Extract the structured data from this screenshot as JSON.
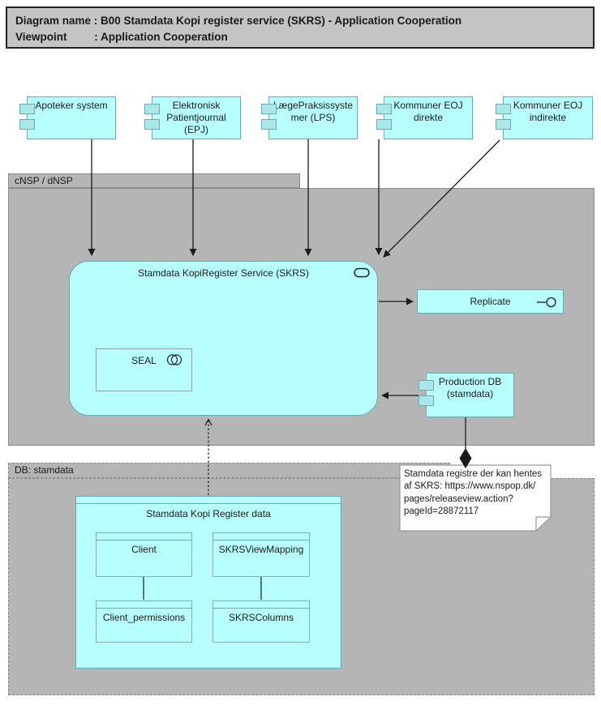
{
  "title": {
    "line1": "Diagram name : B00 Stamdata Kopi register service (SKRS) - Application Cooperation",
    "line2": "Viewpoint         : Application Cooperation"
  },
  "components": [
    {
      "label": "Apoteker system"
    },
    {
      "label": "Elektronisk\nPatientjournal\n(EPJ)"
    },
    {
      "label": "LægePraksissyste\nmer (LPS)"
    },
    {
      "label": "Kommuner EOJ\ndirekte"
    },
    {
      "label": "Kommuner EOJ\nindirekte"
    }
  ],
  "groups": {
    "cnsp": {
      "label": "cNSP / dNSP"
    },
    "db": {
      "label": "DB: stamdata"
    }
  },
  "service": {
    "label": "Stamdata KopiRegister Service (SKRS)"
  },
  "seal": {
    "label": "SEAL"
  },
  "replicate": {
    "label": "Replicate"
  },
  "production_db": {
    "label": "Production DB\n(stamdata)"
  },
  "note": {
    "text": "Stamdata registre der kan hentes\naf SKRS: https://www.nspop.dk/\npages/releaseview.action?\npageId=28872117"
  },
  "data_object": {
    "label": "Stamdata Kopi Register data",
    "tables": [
      "Client",
      "SKRSViewMapping",
      "Client_permissions",
      "SKRSColumns"
    ]
  },
  "colors": {
    "node_fill": "#b7feff",
    "node_tab_fill": "#a9e7e8",
    "node_border": "#6aabac",
    "group_fill": "#b5b5b5",
    "group_border": "#8a8a8a",
    "title_fill": "#c4c4c4",
    "note_fill": "#ffffff",
    "line": "#1a1a1a"
  }
}
